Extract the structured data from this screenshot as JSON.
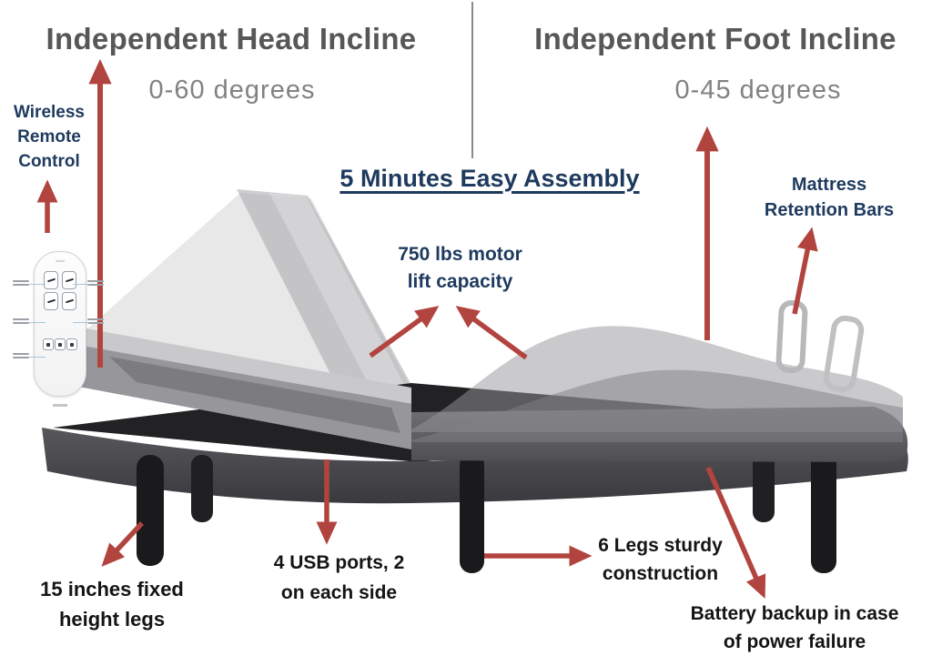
{
  "header": {
    "left": {
      "title": "Independent Head Incline",
      "range": "0-60 degrees"
    },
    "right": {
      "title": "Independent Foot Incline",
      "range": "0-45 degrees"
    },
    "banner": "5 Minutes Easy Assembly"
  },
  "callouts": {
    "remote": {
      "lines": [
        "Wireless",
        "Remote",
        "Control"
      ]
    },
    "retention": {
      "lines": [
        "Mattress",
        "Retention Bars"
      ]
    },
    "motor": {
      "lines": [
        "750 lbs motor",
        "lift capacity"
      ]
    },
    "usb": {
      "lines": [
        "4 USB ports, 2",
        "on each side"
      ]
    },
    "fixed_legs": {
      "lines": [
        "15 inches fixed",
        "height legs"
      ]
    },
    "six_legs": {
      "lines": [
        "6 Legs sturdy",
        "construction"
      ]
    },
    "battery": {
      "lines": [
        "Battery backup in case",
        "of power failure"
      ]
    }
  },
  "colors": {
    "accent_red": "#b2443f",
    "navy_text": "#1e3a5e",
    "title_gray": "#575757",
    "range_gray": "#828282",
    "black_text": "#141414",
    "bed_charcoal": "#4a4a4e",
    "bed_deck_black": "#222225"
  }
}
